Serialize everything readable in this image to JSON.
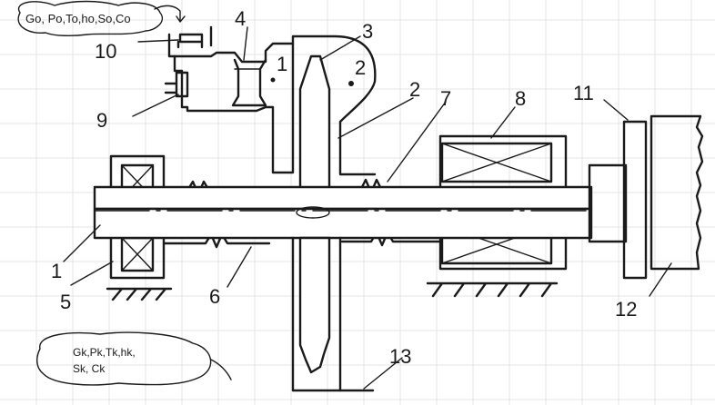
{
  "notes": {
    "top": "Go, Po,To,ho,So,Co",
    "bottom_line1": "Gk,Pk,Tk,hk,",
    "bottom_line2": "Sk, Ck"
  },
  "labels": {
    "l1_lower": "1",
    "l1_upper": "1",
    "l2": "2",
    "l2_upper": "2",
    "l3": "3",
    "l4": "4",
    "l5": "5",
    "l6": "6",
    "l7": "7",
    "l8": "8",
    "l9": "9",
    "l10": "10",
    "l11": "11",
    "l12": "12",
    "l13": "13"
  }
}
